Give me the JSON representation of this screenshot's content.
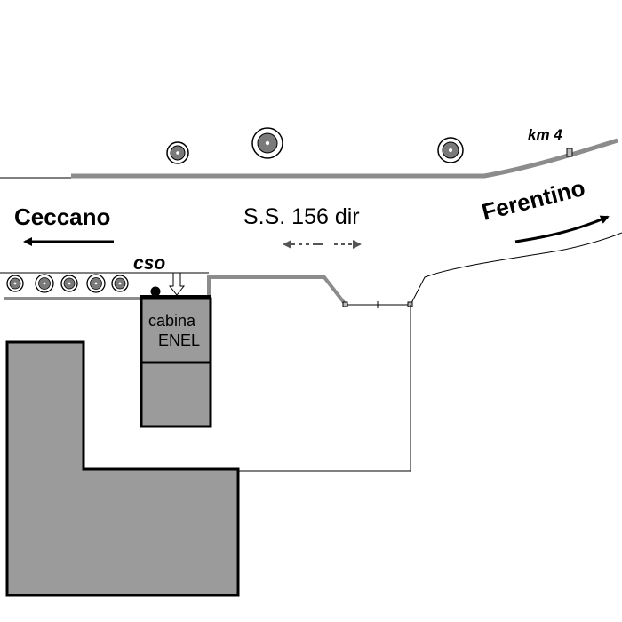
{
  "labels": {
    "west_town": "Ceccano",
    "east_town": "Ferentino",
    "road": "S.S. 156 dir",
    "marker": "cso",
    "km": "km 4",
    "cabin_line1": "cabina",
    "cabin_line2": "ENEL"
  },
  "colors": {
    "background": "#ffffff",
    "building_fill": "#9b9b9b",
    "road_edge": "#8c8c8c",
    "line": "#000000"
  },
  "icons": {
    "tree": "tree-icon",
    "arrow_west": "arrow-left-icon",
    "arrow_east": "arrow-right-icon",
    "two_way": "double-arrow-icon",
    "discharge": "down-arrow-icon",
    "km_post": "km-marker-icon"
  }
}
